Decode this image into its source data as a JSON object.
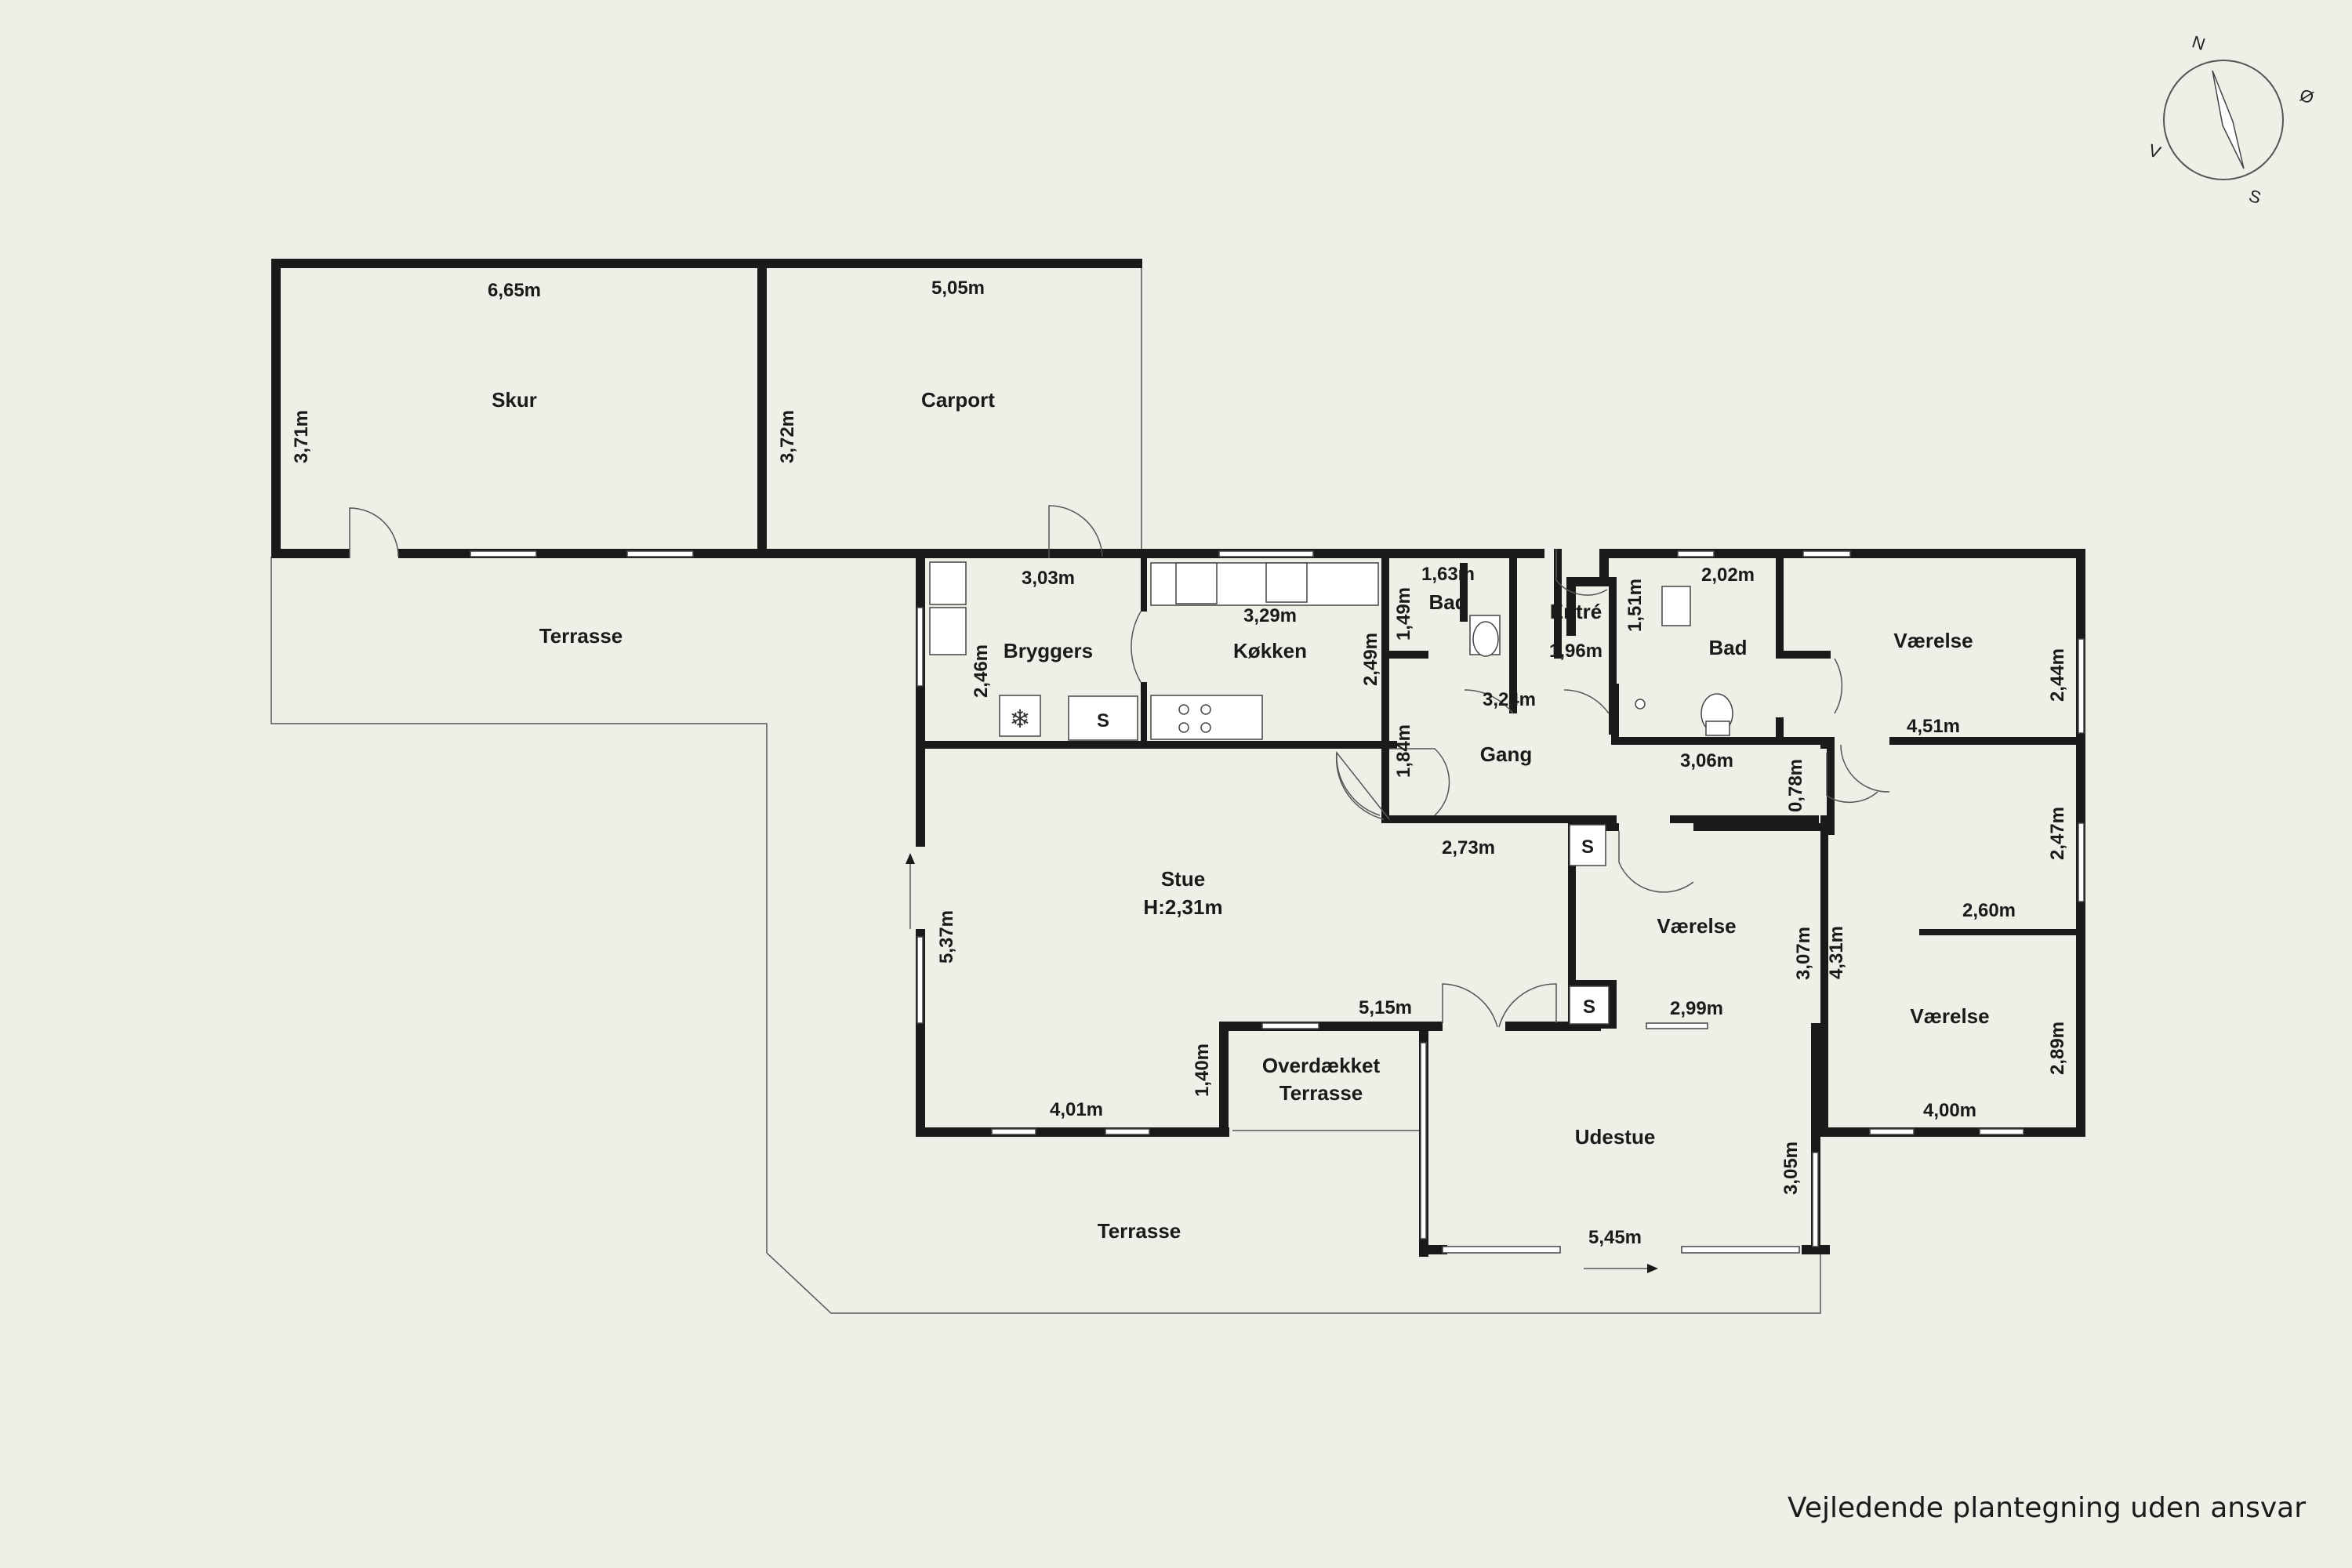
{
  "rooms": {
    "skur": "Skur",
    "carport": "Carport",
    "terrasse_west": "Terrasse",
    "bryggers": "Bryggers",
    "kokken": "Køkken",
    "bad_small": "Bad",
    "entre": "Entré",
    "bad_large": "Bad",
    "vaerelse_ne": "Værelse",
    "gang": "Gang",
    "stue": "Stue",
    "stue_height": "H:2,31m",
    "vaerelse_mid": "Værelse",
    "vaerelse_se": "Værelse",
    "overdaekket_1": "Overdækket",
    "overdaekket_2": "Terrasse",
    "udestue": "Udestue",
    "terrasse_south": "Terrasse"
  },
  "dimensions": {
    "skur_w": "6,65m",
    "skur_h": "3,71m",
    "carport_w": "5,05m",
    "carport_h": "3,72m",
    "bryggers_w": "3,03m",
    "bryggers_h": "2,46m",
    "kokken_w": "3,29m",
    "kokken_h": "2,49m",
    "bad_small_w": "1,63m",
    "bad_small_h": "1,49m",
    "entre_w": "1,96m",
    "entre_h": "1,51m",
    "bad_large_w": "2,02m",
    "bad_large_w2": "3,06m",
    "gang_w": "3,24m",
    "gang_h": "1,84m",
    "gang_w2": "2,73m",
    "vaerelse_ne_w": "4,51m",
    "vaerelse_ne_h": "2,44m",
    "passage_h": "0,78m",
    "hall_e_h": "2,47m",
    "hall_e_w": "2,60m",
    "vaerelse_mid_w": "2,99m",
    "vaerelse_mid_h": "3,07m",
    "vaerelse_se_h": "4,31m",
    "vaerelse_se_h2": "2,89m",
    "vaerelse_se_w": "4,00m",
    "stue_h": "5,37m",
    "stue_w": "5,15m",
    "stue_w2": "4,01m",
    "stue_step": "1,40m",
    "udestue_w": "5,45m",
    "udestue_h": "3,05m"
  },
  "symbols": {
    "s_kitchen": "S",
    "s_gang": "S",
    "s_vaerelse": "S"
  },
  "compass": {
    "n": "N",
    "e": "Ø",
    "s": "S",
    "w": "V"
  },
  "footer": {
    "disclaimer": "Vejledende plantegning uden ansvar"
  }
}
